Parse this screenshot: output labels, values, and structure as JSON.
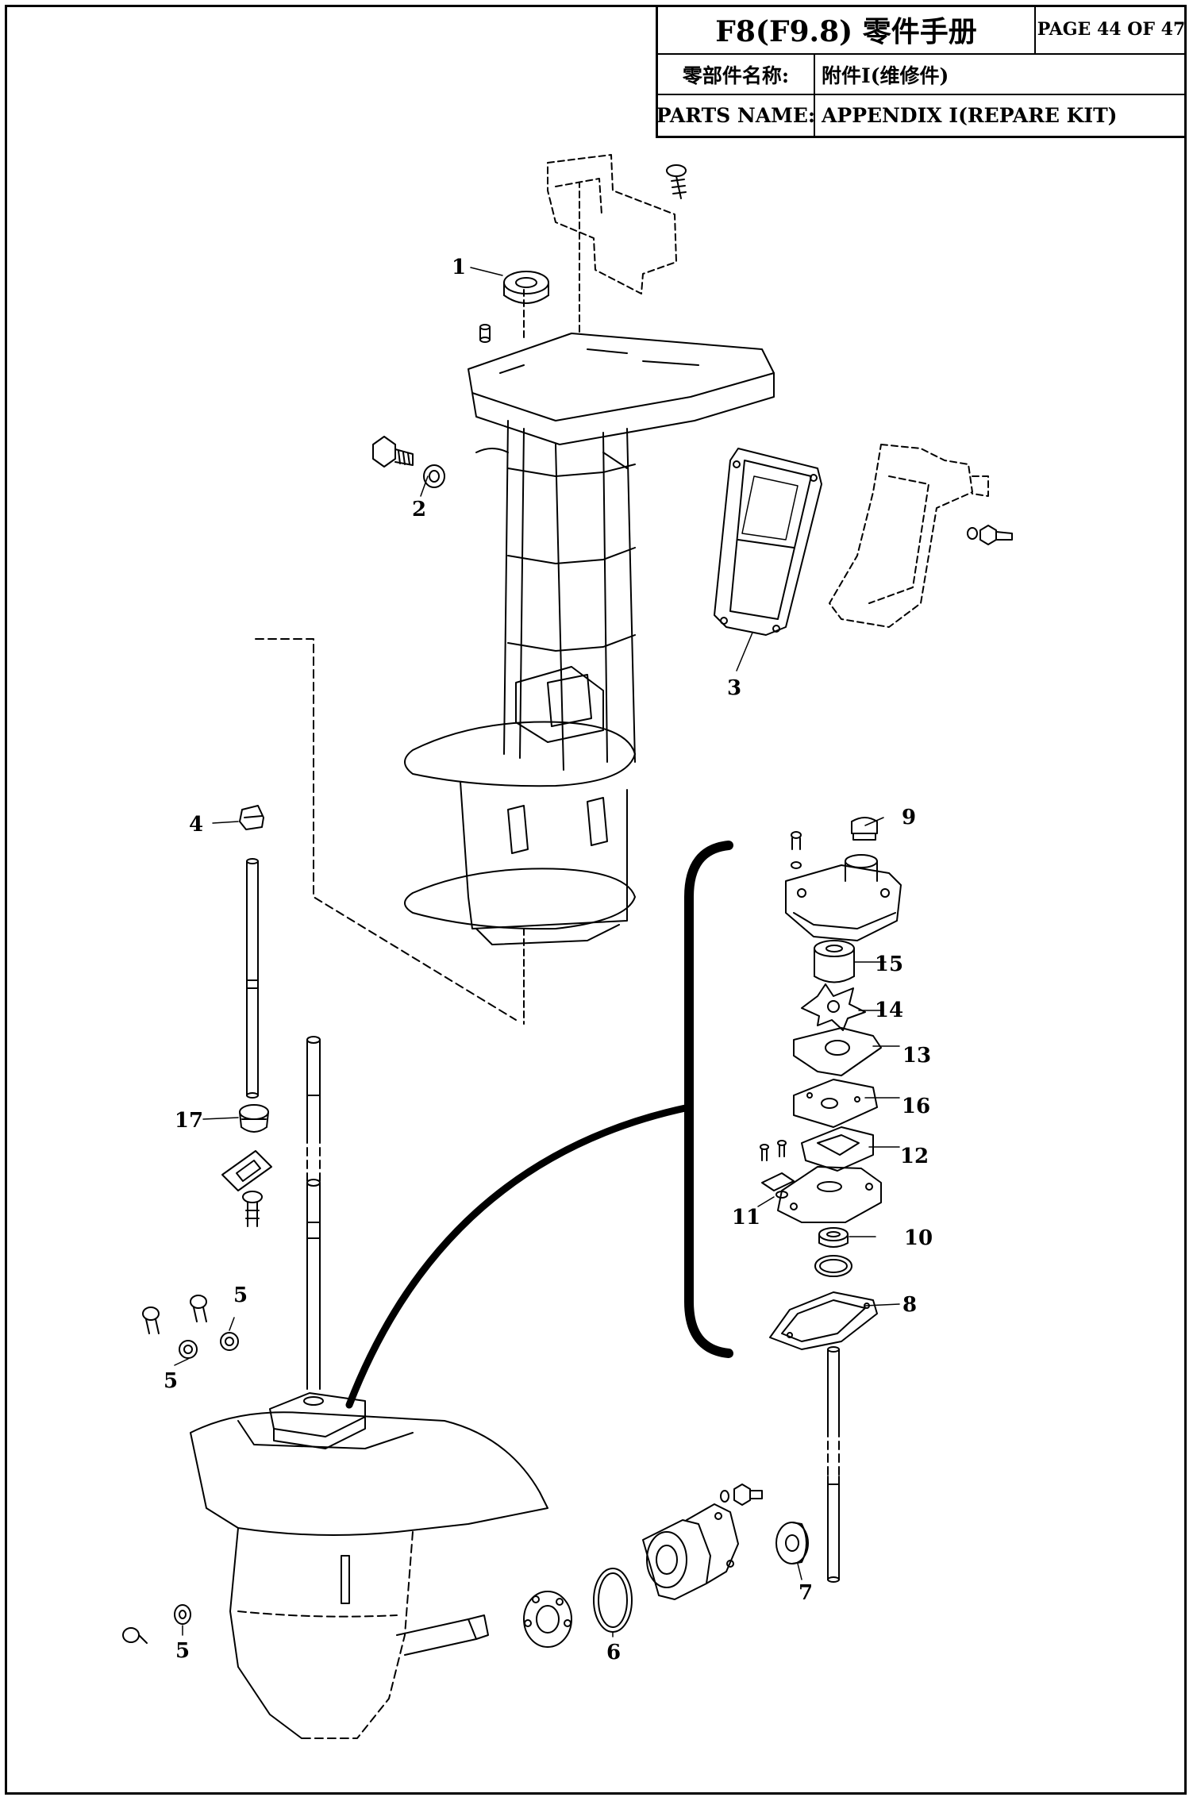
{
  "header": {
    "model_title": "F8(F9.8) 零件手册",
    "page_label": "PAGE 44 OF 47",
    "cn_name_label": "零部件名称:",
    "cn_name_value": "附件Ⅰ(维修件)",
    "en_name_label": "PARTS NAME:",
    "en_name_value": "APPENDIX Ⅰ(REPARE KIT)"
  },
  "callouts": [
    "1",
    "2",
    "3",
    "4",
    "5",
    "5",
    "5",
    "6",
    "7",
    "8",
    "9",
    "10",
    "11",
    "12",
    "13",
    "14",
    "15",
    "16",
    "17"
  ],
  "parts": [
    {
      "name": "oil-seal-icon"
    },
    {
      "name": "washer-icon"
    },
    {
      "name": "gasket-icon"
    },
    {
      "name": "grommet-icon"
    },
    {
      "name": "seal-washer-icon"
    },
    {
      "name": "o-ring-icon"
    },
    {
      "name": "oil-seal-icon"
    },
    {
      "name": "gasket-icon"
    },
    {
      "name": "grommet-icon"
    },
    {
      "name": "oil-seal-icon"
    },
    {
      "name": "washer-icon"
    },
    {
      "name": "gasket-icon"
    },
    {
      "name": "gasket-icon"
    },
    {
      "name": "impeller-icon"
    },
    {
      "name": "insert-cartridge-icon"
    },
    {
      "name": "plate-icon"
    },
    {
      "name": "grommet-icon"
    }
  ]
}
